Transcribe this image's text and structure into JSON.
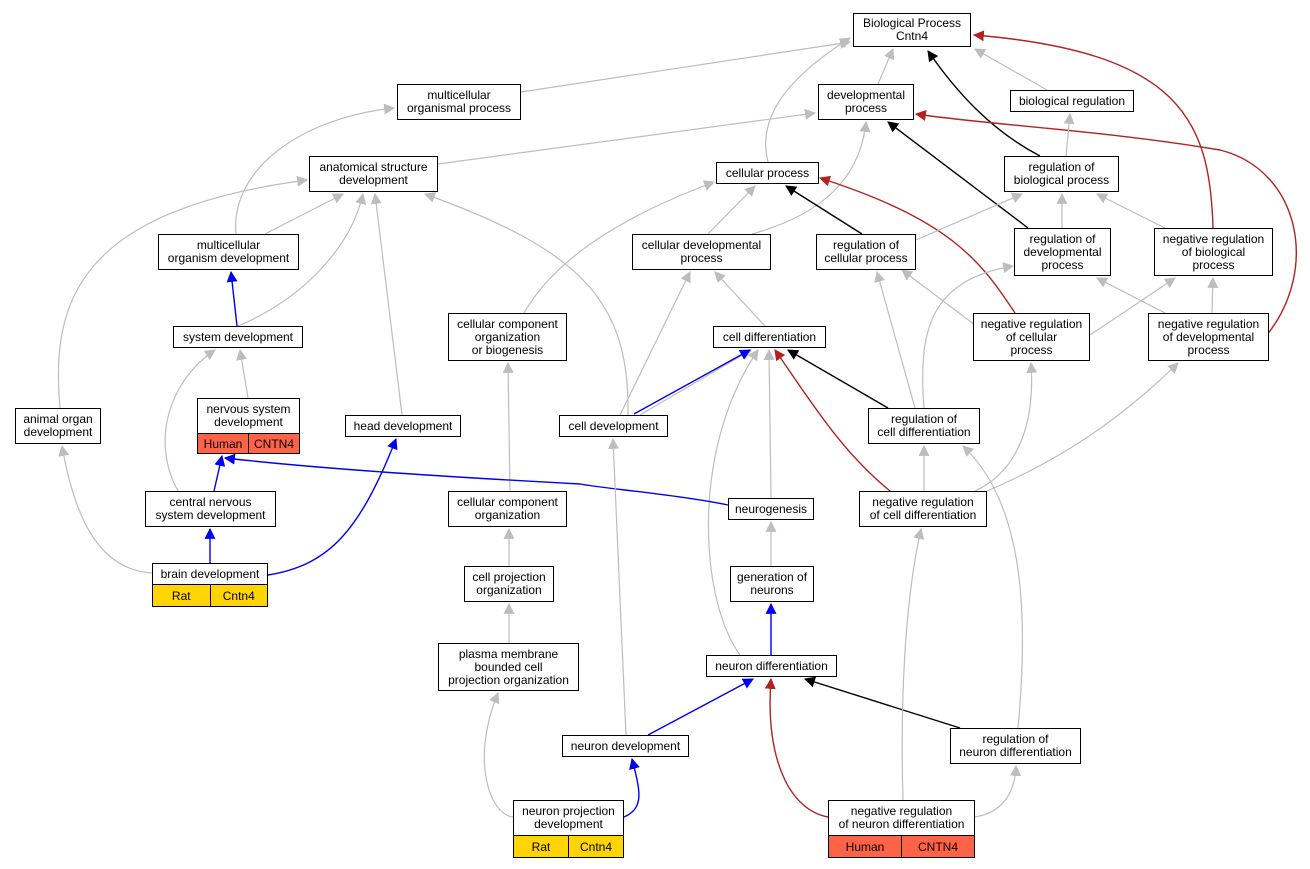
{
  "colors": {
    "is_a": "#bdbdbd",
    "part_of": "#0000ee",
    "regulates": "#000000",
    "negatively_regulates": "#b22222",
    "tag_rat": "#ffd400",
    "tag_human": "#ff6347"
  },
  "nodes": {
    "bp": "Biological Process\nCntn4",
    "multi_org": "multicellular\norganismal process",
    "dev_proc": "developmental\nprocess",
    "bio_reg": "biological regulation",
    "anat_dev": "anatomical structure\ndevelopment",
    "cell_proc": "cellular process",
    "reg_bio": "regulation of\nbiological process",
    "multi_dev": "multicellular\norganism development",
    "cell_dev_proc": "cellular developmental\nprocess",
    "reg_cell_proc": "regulation of\ncellular process",
    "reg_dev_proc": "regulation of\ndevelopmental\nprocess",
    "neg_reg_bio": "negative regulation\nof biological\nprocess",
    "sys_dev": "system development",
    "ccob": "cellular component\norganization\nor biogenesis",
    "cell_diff": "cell differentiation",
    "neg_reg_cell": "negative regulation\nof cellular\nprocess",
    "neg_reg_dev": "negative regulation\nof developmental\nprocess",
    "animal_organ": "animal organ\ndevelopment",
    "ns_dev": "nervous system\ndevelopment",
    "head_dev": "head development",
    "cell_dev": "cell development",
    "reg_cell_diff": "regulation of\ncell differentiation",
    "cns_dev": "central nervous\nsystem development",
    "cco": "cellular component\norganization",
    "neurogenesis": "neurogenesis",
    "neg_reg_cell_diff": "negative regulation\nof cell differentiation",
    "brain_dev": "brain development",
    "cell_proj_org": "cell projection\norganization",
    "gen_neurons": "generation of\nneurons",
    "pmbcpo": "plasma membrane\nbounded cell\nprojection organization",
    "neuron_diff": "neuron differentiation",
    "neuron_dev": "neuron development",
    "reg_neuron_diff": "regulation of\nneuron differentiation",
    "npd": "neuron projection\ndevelopment",
    "neg_reg_neuron_diff": "negative regulation\nof neuron differentiation"
  },
  "tags": {
    "ns_dev": [
      "Human",
      "CNTN4"
    ],
    "brain_dev": [
      "Rat",
      "Cntn4"
    ],
    "npd": [
      "Rat",
      "Cntn4"
    ],
    "neg_reg_neuron_diff": [
      "Human",
      "CNTN4"
    ]
  }
}
